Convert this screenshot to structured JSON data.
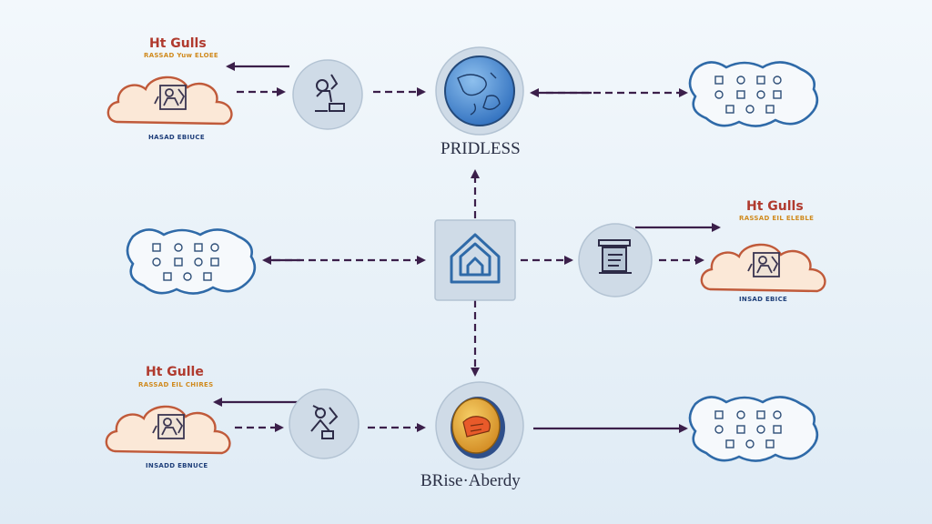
{
  "colors": {
    "background": "#eaf2f9",
    "arrow": "#3b1f4a",
    "orange_cloud": "#c05a3a",
    "blue_cloud": "#2f6aa8",
    "node_fill": "#cfdbe7",
    "globe": "#3f85cf",
    "house": "#2f6aa8",
    "gold": "#e2a43a"
  },
  "nodes": {
    "cloud_top_left": {
      "title": "Ht Gulls",
      "subtitle": "RASSAD Yuw ELOEE",
      "caption": "HASAD EBIUCE",
      "icon": "people-icon"
    },
    "cloud_mid_right": {
      "title": "Ht Gulls",
      "subtitle": "RASSAD EIL ELEBLE",
      "caption": "INSAD EBICE",
      "icon": "people-icon"
    },
    "cloud_bottom_left": {
      "title": "Ht Gulle",
      "subtitle": "RASSAD EIL CHIRES",
      "caption": "INSADD EBNUCE",
      "icon": "people-icon"
    },
    "cloud_top_right": {
      "icon": "device-grid-icon"
    },
    "cloud_mid_left": {
      "icon": "device-grid-icon"
    },
    "cloud_bottom_right": {
      "icon": "device-grid-icon"
    },
    "hub_top": {
      "label": "PRIDLESS",
      "icon": "globe-icon"
    },
    "hub_center": {
      "icon": "house-icon"
    },
    "hub_bottom": {
      "label": "BRise·Aberdy",
      "icon": "gold-coin-icon"
    },
    "relay_top": {
      "icon": "person-desk-icon"
    },
    "relay_mid": {
      "icon": "terminal-icon"
    },
    "relay_bottom": {
      "icon": "people-icon"
    }
  }
}
